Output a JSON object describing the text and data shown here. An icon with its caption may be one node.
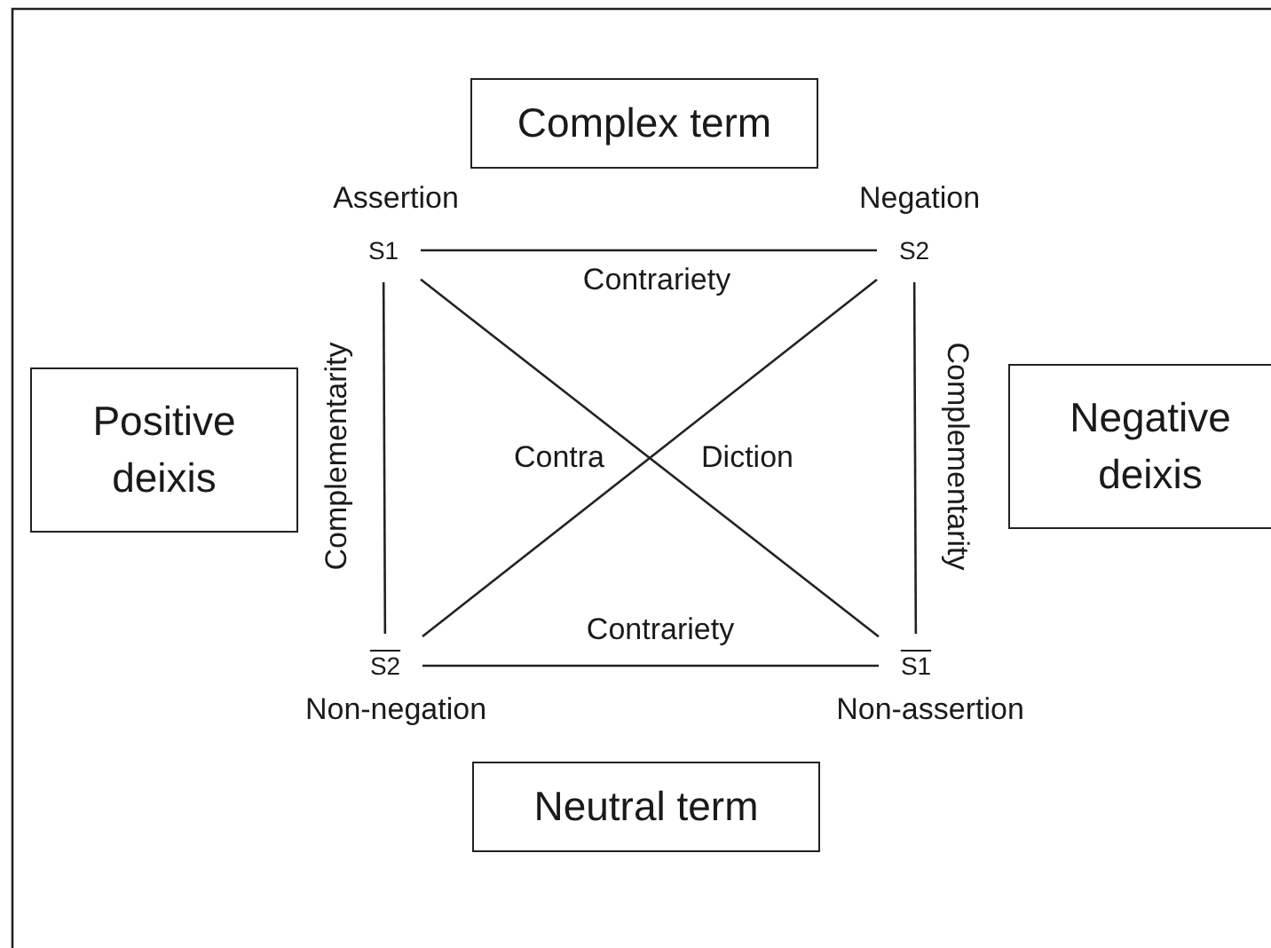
{
  "diagram": {
    "nodes": [
      {
        "text": [
          "Complex term"
        ]
      },
      {
        "text": [
          "S1"
        ],
        "beside": [
          "Assertion"
        ]
      },
      {
        "text": [
          "S2"
        ],
        "beside": [
          "Negation"
        ]
      },
      {
        "text": [
          "Positive deixis"
        ]
      },
      {
        "text": [
          "Negative deixis"
        ]
      },
      {
        "text": [
          "S2"
        ],
        "beside": [
          "Non-negation"
        ]
      },
      {
        "text": [
          "S1"
        ],
        "beside": [
          "Non-assertion"
        ]
      },
      {
        "text": [
          "Neutral term"
        ]
      }
    ],
    "edges": [
      {
        "from": 1,
        "to": 2,
        "arrow": "none",
        "label": "Contrariety"
      },
      {
        "from": 1,
        "to": 5,
        "arrow": "none",
        "label": "Complementarity"
      },
      {
        "from": 2,
        "to": 6,
        "arrow": "none",
        "label": "Complementarity"
      },
      {
        "from": 1,
        "to": 6,
        "arrow": "none"
      },
      {
        "from": 2,
        "to": 5,
        "arrow": "none"
      },
      {
        "from": 5,
        "to": 6,
        "arrow": "none",
        "label": "Contrariety"
      }
    ],
    "labels": [
      "Contra",
      "Diction"
    ]
  }
}
